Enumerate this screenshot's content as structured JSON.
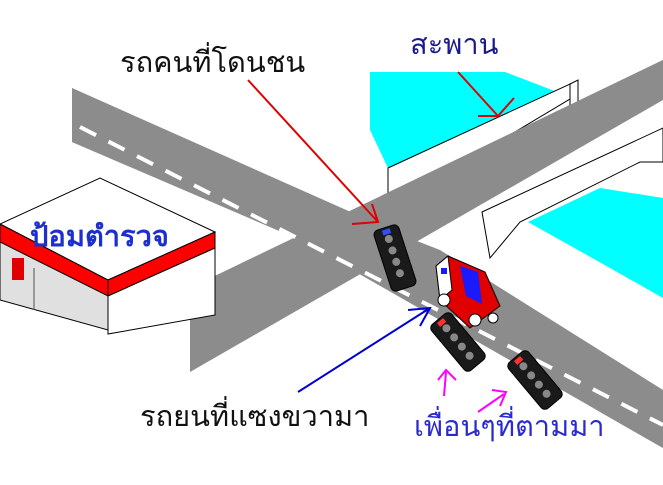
{
  "labels": {
    "bridge": "สะพาน",
    "hit_car": "รถคนที่โดนชน",
    "police_box": "ป้อมตำรวจ",
    "overtaking_car": "รถยนที่แซงขวามา",
    "following_friends": "เพื่อนๆที่ตามมา"
  },
  "colors": {
    "road": "#8c8c8c",
    "lane_dash": "#ffffff",
    "river": "#00ffff",
    "police_roof": "#ff0000",
    "arrow_hit": "#e00000",
    "arrow_bridge": "#e00000",
    "arrow_overtake": "#0000d0",
    "arrow_friends": "#ff00ff",
    "car_body": "#e00000",
    "car_stripe": "#1a1aff",
    "motorbike": "#1a1a1a"
  }
}
